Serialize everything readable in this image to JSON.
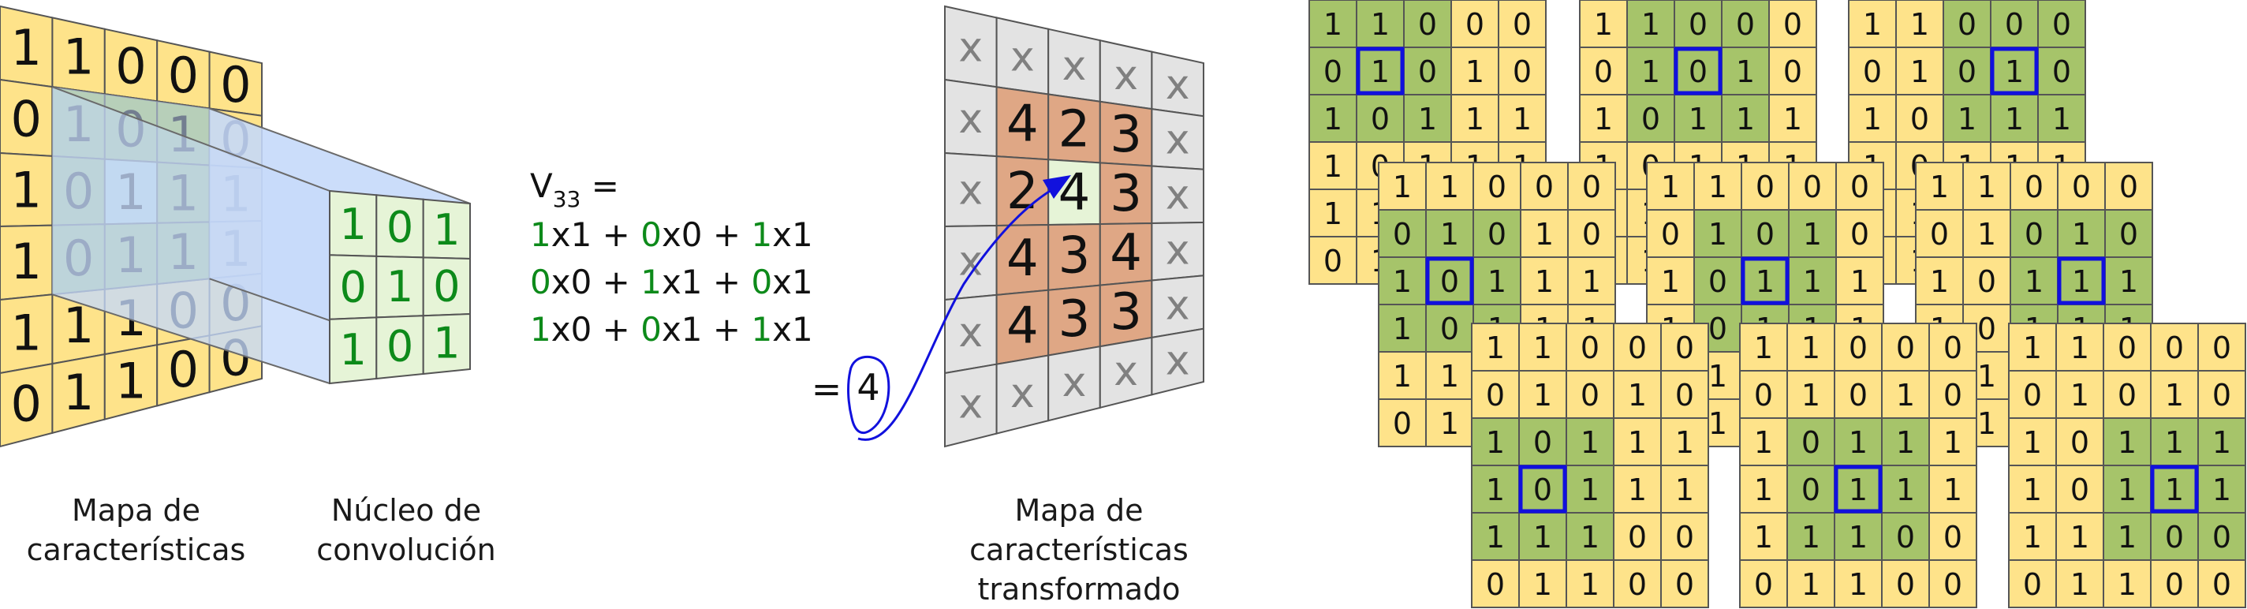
{
  "input_map": {
    "rows": [
      [
        "1",
        "1",
        "0",
        "0",
        "0"
      ],
      [
        "0",
        "1",
        "0",
        "1",
        "0"
      ],
      [
        "1",
        "0",
        "1",
        "1",
        "1"
      ],
      [
        "1",
        "0",
        "1",
        "1",
        "1"
      ],
      [
        "1",
        "1",
        "1",
        "0",
        "0"
      ],
      [
        "0",
        "1",
        "1",
        "0",
        "0"
      ]
    ]
  },
  "kernel": {
    "rows": [
      [
        "1",
        "0",
        "1"
      ],
      [
        "0",
        "1",
        "0"
      ],
      [
        "1",
        "0",
        "1"
      ]
    ]
  },
  "equation": {
    "title_main": "V",
    "title_sub": "33",
    "title_eq": " =",
    "lines": [
      [
        {
          "k": "1",
          "x": "x1"
        },
        {
          "k": "0",
          "x": "x0"
        },
        {
          "k": "1",
          "x": "x1"
        }
      ],
      [
        {
          "k": "0",
          "x": "x0"
        },
        {
          "k": "1",
          "x": "x1"
        },
        {
          "k": "0",
          "x": "x1"
        }
      ],
      [
        {
          "k": "1",
          "x": "x0"
        },
        {
          "k": "0",
          "x": "x1"
        },
        {
          "k": "1",
          "x": "x1"
        }
      ]
    ],
    "plus": " + ",
    "equals": "=",
    "result": "4"
  },
  "output_map": {
    "rows": [
      [
        "x",
        "x",
        "x",
        "x",
        "x"
      ],
      [
        "x",
        "4",
        "2",
        "3",
        "x"
      ],
      [
        "x",
        "2",
        "4",
        "3",
        "x"
      ],
      [
        "x",
        "4",
        "3",
        "4",
        "x"
      ],
      [
        "x",
        "4",
        "3",
        "3",
        "x"
      ],
      [
        "x",
        "x",
        "x",
        "x",
        "x"
      ]
    ]
  },
  "captions": {
    "input": [
      "Mapa de",
      "características"
    ],
    "kernel": [
      "Núcleo de",
      "convolución"
    ],
    "output": [
      "Mapa de",
      "características",
      "transformado"
    ]
  },
  "steps": {
    "grid": [
      [
        "1",
        "1",
        "0",
        "0",
        "0"
      ],
      [
        "0",
        "1",
        "0",
        "1",
        "0"
      ],
      [
        "1",
        "0",
        "1",
        "1",
        "1"
      ],
      [
        "1",
        "0",
        "1",
        "1",
        "1"
      ],
      [
        "1",
        "1",
        "1",
        "0",
        "0"
      ],
      [
        "0",
        "1",
        "1",
        "0",
        "0"
      ]
    ],
    "windows": [
      {
        "row": 0,
        "col": 0
      },
      {
        "row": 0,
        "col": 1
      },
      {
        "row": 0,
        "col": 2
      },
      {
        "row": 1,
        "col": 0
      },
      {
        "row": 1,
        "col": 1
      },
      {
        "row": 1,
        "col": 2
      },
      {
        "row": 2,
        "col": 0
      },
      {
        "row": 2,
        "col": 1
      },
      {
        "row": 2,
        "col": 2
      }
    ]
  },
  "colors": {
    "yellow": "#fee38a",
    "green": "#a6c46a",
    "light_green": "#e6f4d7",
    "teal": "#b9dcd3",
    "blue_panel": "#c4d8fa",
    "orange": "#dfa785",
    "gray": "#e3e3e3",
    "kernel_text": "#0d8a1a",
    "x_text": "#808080",
    "blue": "#1111dd",
    "line": "#555555"
  }
}
